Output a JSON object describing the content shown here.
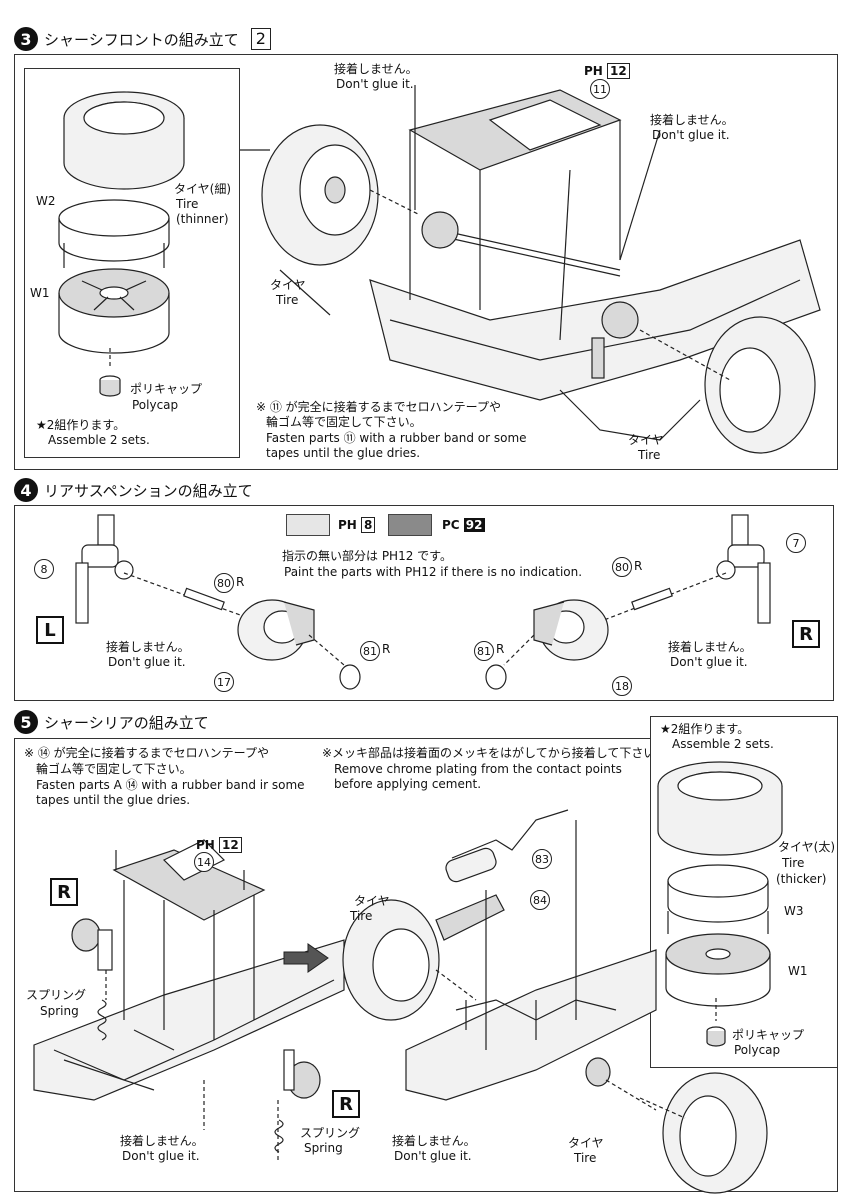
{
  "step3": {
    "number": "3",
    "title": "シャーシフロントの組み立て",
    "sheet": "2",
    "inset": {
      "tire_jp": "タイヤ(細)",
      "tire_en1": "Tire",
      "tire_en2": "(thinner)",
      "w2": "W2",
      "w1": "W1",
      "polycap_jp": "ポリキャップ",
      "polycap_en": "Polycap",
      "sets_jp": "★2組作ります。",
      "sets_en": "Assemble 2 sets."
    },
    "noglue_jp": "接着しません。",
    "noglue_en": "Don't glue it.",
    "noglue2_jp": "接着しません。",
    "noglue2_en": "Don't glue it.",
    "ph_code": "PH",
    "ph_num": "12",
    "part11": "11",
    "tire_left_jp": "タイヤ",
    "tire_left_en": "Tire",
    "tire_right_jp": "タイヤ",
    "tire_right_en": "Tire",
    "note_jp1": "※ ⑪ が完全に接着するまでセロハンテープや",
    "note_jp2": "輪ゴム等で固定して下さい。",
    "note_en1": "Fasten parts ⑪ with a rubber band or some",
    "note_en2": "tapes until the glue dries."
  },
  "step4": {
    "number": "4",
    "title": "リアサスペンションの組み立て",
    "legend1_code": "PH",
    "legend1_num": "8",
    "legend2_code": "PC",
    "legend2_num": "92",
    "colors": {
      "swatch_light": "#e6e6e6",
      "swatch_dark": "#8a8a8a"
    },
    "paint_jp": "指示の無い部分は PH12 です。",
    "paint_en": "Paint the parts with PH12 if there is no indication.",
    "left_label": "L",
    "right_label": "R",
    "p8": "8",
    "p7": "7",
    "p80": "80",
    "p81": "81",
    "p17": "17",
    "p18": "18",
    "r": "R",
    "noglue_jp": "接着しません。",
    "noglue_en": "Don't glue it."
  },
  "step5": {
    "number": "5",
    "title": "シャーシリアの組み立て",
    "note_jp1": "※ ⑭ が完全に接着するまでセロハンテープや",
    "note_jp2": "輪ゴム等で固定して下さい。",
    "note_en1": "Fasten parts A ⑭ with a rubber band ir some",
    "note_en2": "tapes until the glue dries.",
    "chrome_jp": "※メッキ部品は接着面のメッキをはがしてから接着して下さい。",
    "chrome_en1": "Remove chrome plating from the contact points",
    "chrome_en2": "before applying cement.",
    "ph_code": "PH",
    "ph_num": "12",
    "p14": "14",
    "p83": "83",
    "p84": "84",
    "r_label": "R",
    "spring_jp": "スプリング",
    "spring_en": "Spring",
    "tire_jp": "タイヤ",
    "tire_en": "Tire",
    "noglue_jp": "接着しません。",
    "noglue_en": "Don't glue it.",
    "inset": {
      "sets_jp": "★2組作ります。",
      "sets_en": "Assemble 2 sets.",
      "tire_jp": "タイヤ(太)",
      "tire_en1": "Tire",
      "tire_en2": "(thicker)",
      "w3": "W3",
      "w1": "W1",
      "polycap_jp": "ポリキャップ",
      "polycap_en": "Polycap"
    }
  }
}
